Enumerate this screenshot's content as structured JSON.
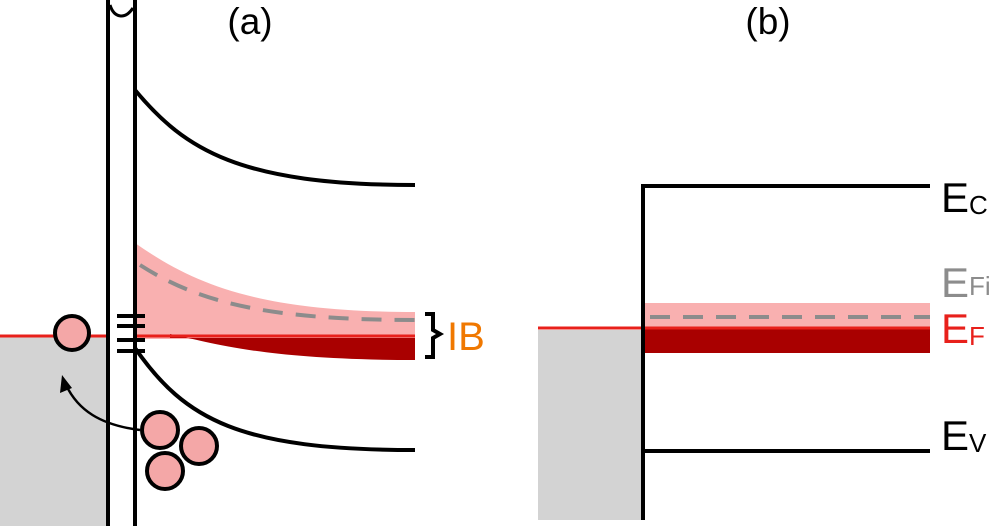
{
  "panels": {
    "a": {
      "label": "(a)",
      "band_label": "IB"
    },
    "b": {
      "label": "(b)",
      "ec": {
        "main": "E",
        "sub": "C"
      },
      "efi": {
        "main": "E",
        "sub": "Fi"
      },
      "ef": {
        "main": "E",
        "sub": "F"
      },
      "ev": {
        "main": "E",
        "sub": "V"
      }
    }
  },
  "colors": {
    "line": "#000000",
    "fermi_level": "#e8201b",
    "impurity_band": "#f9b0b0",
    "filled_band": "#a90000",
    "metal": "#d3d3d3",
    "intrinsic_level": "#8c8c8c",
    "ib_label": "#f07800",
    "carrier": "#f4a7a7"
  }
}
